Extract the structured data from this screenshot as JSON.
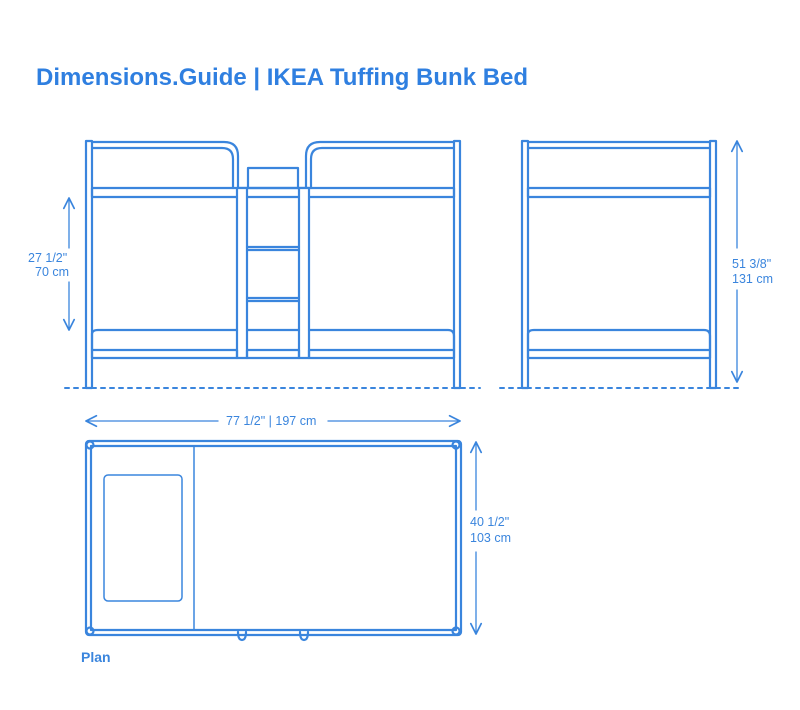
{
  "title": "Dimensions.Guide | IKEA Tuffing Bunk Bed",
  "colors": {
    "title": "#2f7fe0",
    "line": "#3a85dd"
  },
  "dimensions": {
    "bunk_gap": {
      "imperial": "27 1/2\"",
      "metric": "70 cm"
    },
    "height": {
      "imperial": "51 3/8\"",
      "metric": "131 cm"
    },
    "length": {
      "label": "77 1/2\" | 197 cm"
    },
    "width": {
      "imperial": "40 1/2\"",
      "metric": "103 cm"
    }
  },
  "views": {
    "plan_label": "Plan"
  }
}
